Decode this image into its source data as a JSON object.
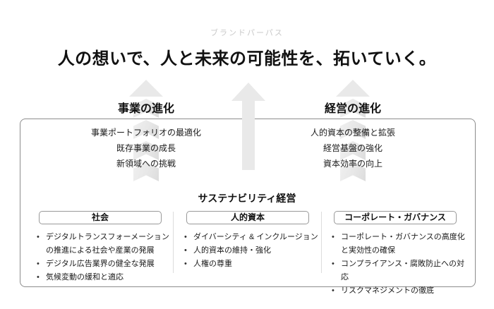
{
  "brand": {
    "label": "ブランドパーパス"
  },
  "title": "人の想いで、人と未来の可能性を、拓いていく。",
  "business_evolution": {
    "title": "事業の進化",
    "items": [
      "事業ポートフォリオの最適化",
      "既存事業の成長",
      "新領域への挑戦"
    ]
  },
  "management_evolution": {
    "title": "経営の進化",
    "items": [
      "人的資本の整備と拡張",
      "経営基盤の強化",
      "資本効率の向上"
    ]
  },
  "sustainability": {
    "title": "サステナビリティ経営",
    "columns": [
      {
        "label": "社会",
        "bullets": [
          "デジタルトランスフォーメーションの推進による社会や産業の発展",
          "デジタル広告業界の健全な発展",
          "気候変動の緩和と適応"
        ]
      },
      {
        "label": "人的資本",
        "bullets": [
          "ダイバーシティ & インクルージョン",
          "人的資本の維持・強化",
          "人権の尊重"
        ]
      },
      {
        "label": "コーポレート・ガバナンス",
        "bullets": [
          "コーポレート・ガバナンスの高度化と実効性の確保",
          "コンプライアンス・腐敗防止への対応",
          "リスクマネジメントの徹底"
        ]
      }
    ]
  },
  "colors": {
    "arrow": "#e9e9e9",
    "box_border": "#8c8c8c",
    "divider": "#dcdcdc",
    "muted_label": "#c9c9c9",
    "text": "#1a1a1a"
  }
}
